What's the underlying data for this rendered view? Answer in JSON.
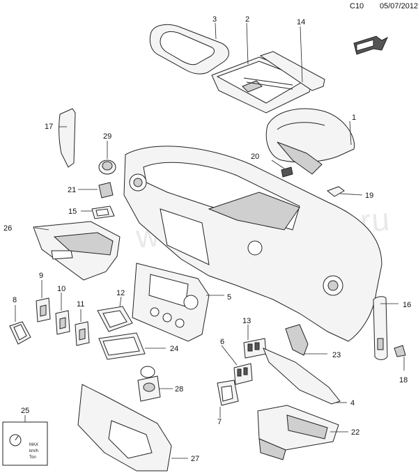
{
  "header": {
    "code": "C10",
    "date": "05/07/2012"
  },
  "watermark": "www.gm-sklad.ru",
  "callouts": [
    {
      "n": "1"
    },
    {
      "n": "2"
    },
    {
      "n": "3"
    },
    {
      "n": "4"
    },
    {
      "n": "5"
    },
    {
      "n": "6"
    },
    {
      "n": "7"
    },
    {
      "n": "8"
    },
    {
      "n": "9"
    },
    {
      "n": "10"
    },
    {
      "n": "11"
    },
    {
      "n": "12"
    },
    {
      "n": "13"
    },
    {
      "n": "14"
    },
    {
      "n": "15"
    },
    {
      "n": "16"
    },
    {
      "n": "17"
    },
    {
      "n": "18"
    },
    {
      "n": "19"
    },
    {
      "n": "20"
    },
    {
      "n": "21"
    },
    {
      "n": "22"
    },
    {
      "n": "23"
    },
    {
      "n": "24"
    },
    {
      "n": "25"
    },
    {
      "n": "26"
    },
    {
      "n": "27"
    },
    {
      "n": "28"
    },
    {
      "n": "29"
    }
  ],
  "label_25": {
    "line1": "MAX",
    "line2": "km/h",
    "line3": "Ton"
  },
  "colors": {
    "line": "#222222",
    "fill": "#f4f4f4",
    "shade": "#cfcfcf"
  }
}
